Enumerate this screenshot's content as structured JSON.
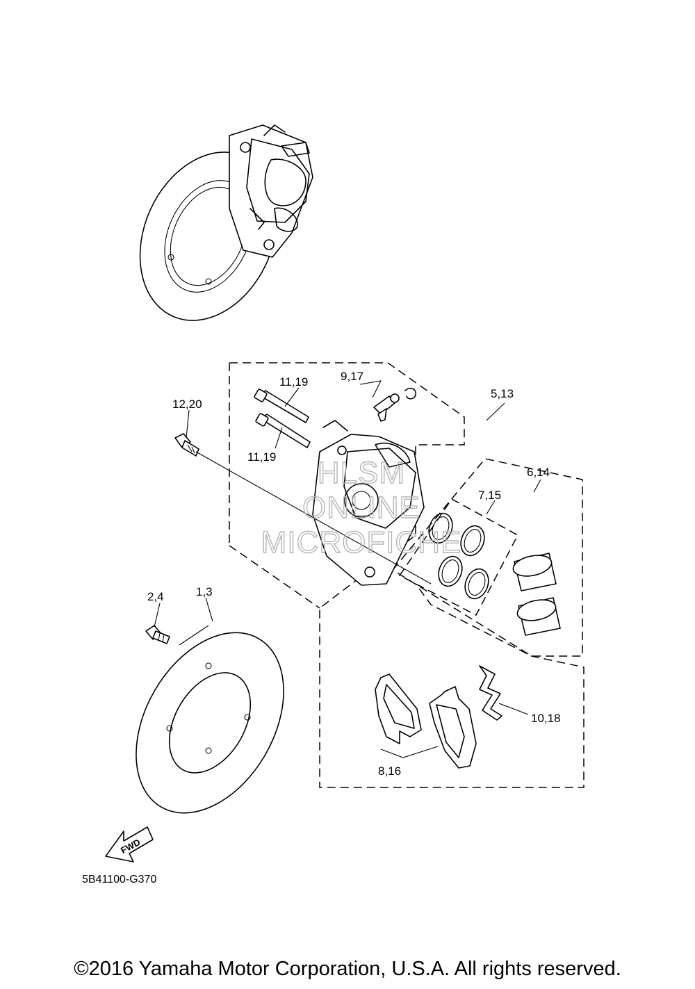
{
  "callouts": {
    "c_11_19_top": "11,19",
    "c_9_17": "9,17",
    "c_5_13": "5,13",
    "c_12_20": "12,20",
    "c_11_19_bottom": "11,19",
    "c_6_14": "6,14",
    "c_7_15": "7,15",
    "c_2_4": "2,4",
    "c_1_3": "1,3",
    "c_10_18": "10,18",
    "c_8_16": "8,16"
  },
  "fwd_label": "FWD",
  "diagram_code": "5B41100-G370",
  "watermark": [
    "HLSM",
    "ONLINE",
    "MICROFICHE"
  ],
  "copyright": "©2016 Yamaha Motor Corporation, U.S.A. All rights reserved."
}
